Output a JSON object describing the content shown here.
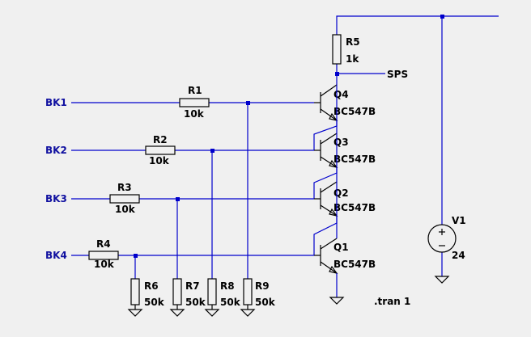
{
  "nets": {
    "bk1": "BK1",
    "bk2": "BK2",
    "bk3": "BK3",
    "bk4": "BK4",
    "sps": "SPS"
  },
  "resistors": {
    "r1": {
      "name": "R1",
      "value": "10k"
    },
    "r2": {
      "name": "R2",
      "value": "10k"
    },
    "r3": {
      "name": "R3",
      "value": "10k"
    },
    "r4": {
      "name": "R4",
      "value": "10k"
    },
    "r5": {
      "name": "R5",
      "value": "1k"
    },
    "r6": {
      "name": "R6",
      "value": "50k"
    },
    "r7": {
      "name": "R7",
      "value": "50k"
    },
    "r8": {
      "name": "R8",
      "value": "50k"
    },
    "r9": {
      "name": "R9",
      "value": "50k"
    }
  },
  "transistors": {
    "q1": {
      "name": "Q1",
      "model": "BC547B"
    },
    "q2": {
      "name": "Q2",
      "model": "BC547B"
    },
    "q3": {
      "name": "Q3",
      "model": "BC547B"
    },
    "q4": {
      "name": "Q4",
      "model": "BC547B"
    }
  },
  "source": {
    "name": "V1",
    "value": "24"
  },
  "directive": ".tran 1",
  "colors": {
    "wire": "#0000cc",
    "component": "#000000",
    "background": "#f0f0f0",
    "net_label": "#1010a0"
  }
}
